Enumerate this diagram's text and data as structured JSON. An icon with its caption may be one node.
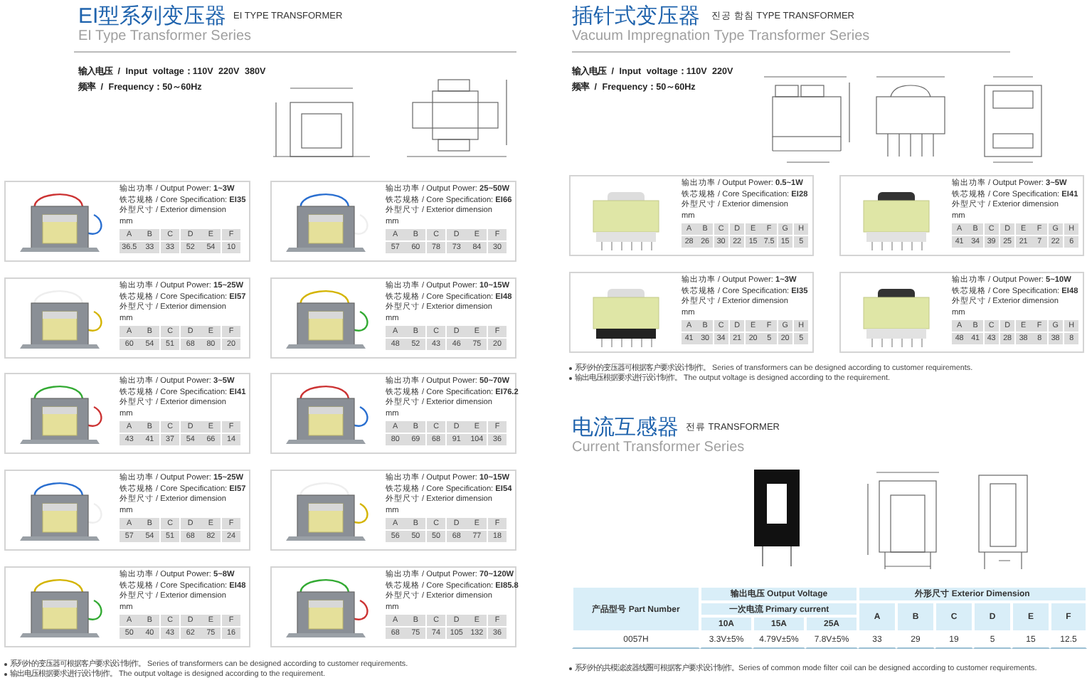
{
  "diagram": {
    "nodes": [
      {
        "text": [
          "输出功率 / Output Power: **1~3W**",
          "铁芯规格 / Core Specification: **EI35**",
          "外型尺寸 / Exterior dimension",
          "mm",
          "A",
          "B",
          "C",
          "D",
          "E",
          "F",
          "36.5",
          "33",
          "33",
          "52",
          "54",
          "10"
        ]
      },
      {
        "text": [
          "输出功率 / Output Power: **25~50W**",
          "铁芯规格 / Core Specification: **EI66**",
          "外型尺寸 / Exterior dimension",
          "mm",
          "A",
          "B",
          "C",
          "D",
          "E",
          "F",
          "57",
          "60",
          "78",
          "73",
          "84",
          "30"
        ]
      },
      {
        "text": [
          "输出功率 / Output Power: **15~25W**",
          "铁芯规格 / Core Specification: **EI57**",
          "外型尺寸 / Exterior dimension",
          "mm",
          "A",
          "B",
          "C",
          "D",
          "E",
          "F",
          "60",
          "54",
          "51",
          "68",
          "80",
          "20"
        ]
      },
      {
        "text": [
          "输出功率 / Output Power: **10~15W**",
          "铁芯规格 / Core Specification: **EI48**",
          "外型尺寸 / Exterior dimension",
          "mm",
          "A",
          "B",
          "C",
          "D",
          "E",
          "F",
          "48",
          "52",
          "43",
          "46",
          "75",
          "20"
        ]
      },
      {
        "text": [
          "输出功率 / Output Power: **3~5W**",
          "铁芯规格 / Core Specification: **EI41**",
          "外型尺寸 / Exterior dimension",
          "mm",
          "A",
          "B",
          "C",
          "D",
          "E",
          "F",
          "43",
          "41",
          "37",
          "54",
          "66",
          "14"
        ]
      },
      {
        "text": [
          "输出功率 / Output Power: **50~70W**",
          "铁芯规格 / Core Specification: **EI76.2**",
          "外型尺寸 / Exterior dimension",
          "mm",
          "A",
          "B",
          "C",
          "D",
          "E",
          "F",
          "80",
          "69",
          "68",
          "91",
          "104",
          "36"
        ]
      },
      {
        "text": [
          "输出功率 / Output Power: **15~25W**",
          "铁芯规格 / Core Specification: **EI57**",
          "外型尺寸 / Exterior dimension",
          "mm",
          "A",
          "B",
          "C",
          "D",
          "E",
          "F",
          "57",
          "54",
          "51",
          "68",
          "82",
          "24"
        ]
      },
      {
        "text": [
          "输出功率 / Output Power: **10~15W**",
          "铁芯规格 / Core Specification: **EI54**",
          "外型尺寸 / Exterior dimension",
          "mm",
          "A",
          "B",
          "C",
          "D",
          "E",
          "F",
          "56",
          "50",
          "50",
          "68",
          "77",
          "18"
        ]
      },
      {
        "text": [
          "输出功率 / Output Power: **5~8W**",
          "铁芯规格 / Core Specification: **EI48**",
          "外型尺寸 / Exterior dimension",
          "mm",
          "A",
          "B",
          "C",
          "D",
          "E",
          "F",
          "50",
          "40",
          "43",
          "62",
          "75",
          "16"
        ]
      },
      {
        "text": [
          "输出功率 / Output Power: **70~120W**",
          "铁芯规格 / Core Specification: **EI85.8**",
          "外型尺寸 / Exterior dimension",
          "mm",
          "A",
          "B",
          "C",
          "D",
          "E",
          "F",
          "68",
          "75",
          "74",
          "105",
          "132",
          "36"
        ]
      },
      {
        "text": [
          "输出功率 / Output Power: **0.5~1W**",
          "铁芯规格 / Core Specification: **EI28**",
          "外型尺寸 / Exterior dimension",
          "mm",
          "A",
          "B",
          "C",
          "D",
          "E",
          "F",
          "G",
          "H",
          "28",
          "26",
          "30",
          "22",
          "15",
          "7.5",
          "15",
          "5"
        ]
      },
      {
        "text": [
          "输出功率 / Output Power: **3~5W**",
          "铁芯规格 / Core Specification: **EI41**",
          "外型尺寸 / Exterior dimension",
          "mm",
          "A",
          "B",
          "C",
          "D",
          "E",
          "F",
          "G",
          "H",
          "41",
          "34",
          "39",
          "25",
          "21",
          "7",
          "22",
          "6"
        ]
      },
      {
        "text": [
          "输出功率 / Output Power: **1~3W**",
          "铁芯规格 / Core Specification: **EI35**",
          "外型尺寸 / Exterior dimension",
          "mm",
          "A",
          "B",
          "C",
          "D",
          "E",
          "F",
          "G",
          "H",
          "41",
          "30",
          "34",
          "21",
          "20",
          "5",
          "20",
          "5"
        ]
      },
      {
        "text": [
          "输出功率 / Output Power: **5~10W**",
          "铁芯规格 / Core Specification: **EI48**",
          "外型尺寸 / Exterior dimension",
          "mm",
          "A",
          "B",
          "C",
          "D",
          "E",
          "F",
          "G",
          "H",
          "48",
          "41",
          "43",
          "28",
          "38",
          "8",
          "38",
          "8"
        ]
      }
    ],
    "labels": [
      "EI型系列变压器",
      "EI TYPE TRANSFORMER",
      "EI Type Transformer Series",
      "输入电压 / Input voltage：110V 220V 380V",
      "频率 / Frequency：50～60Hz",
      "系列外的变压器可根据客户要求设计制作。 Series of transformers can be designed according to customer requirements.",
      "输出电压根据要求进行设计制作。 The output voltage is designed according to the requirement.",
      "插针式变压器",
      "진공 함침 TYPE TRANSFORMER",
      "Vacuum Impregnation Type Transformer Series",
      "输入电压 / Input voltage：110V 220V",
      "频率 / Frequency：50～60Hz",
      "系列外的变压器可根据客户要求设计制作。 Series of transformers can be designed according to customer requirements.",
      "输出电压根据要求进行设计制作。 The output voltage is designed according to the requirement.",
      "电流互感器",
      "전류 TRANSFORMER",
      "Current Transformer Series",
      "产品型号 Part Number",
      "输出电压 Output Voltage",
      "外形尺寸 Exterior Dimension",
      "一次电流 Primary current",
      "A",
      "B",
      "C",
      "D",
      "E",
      "F",
      "10A",
      "15A",
      "25A",
      "0057H",
      "3.3V±5%",
      "4.79V±5%",
      "7.8V±5%",
      "33",
      "29",
      "19",
      "5",
      "15",
      "12.5",
      "系列外的共模滤波器线圈可根据客户要求设计制作。Series of common mode filter coil can be designed according to customer requirements."
    ]
  }
}
